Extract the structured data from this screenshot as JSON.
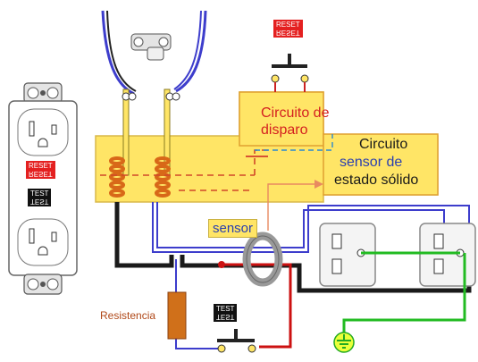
{
  "labels": {
    "trip_circuit_line1": "Circuito de",
    "trip_circuit_line2": "disparo",
    "solid_state_line1": "Circuito",
    "solid_state_line2": "sensor de",
    "solid_state_line3": "estado sólido",
    "sensor_tag": "sensor",
    "resistor": "Resistencia",
    "reset_button": "RESET",
    "test_button": "TEST"
  },
  "colors": {
    "panel_yellow": "#ffe566",
    "panel_border": "#d8b84a",
    "trip_text": "#d42020",
    "sensor_text_blue": "#2a3fb0",
    "wire_black": "#1a1a1a",
    "wire_blue": "#3d3dcc",
    "wire_red": "#cc1111",
    "wire_green": "#22bb22",
    "coil_orange": "#d86818",
    "resistor_orange": "#d0701a",
    "ground_green": "#22aa22"
  },
  "icons": [
    "gfci-outlet-icon",
    "ground-symbol-icon",
    "pushbutton-icon",
    "toroid-sensor-icon",
    "coil-icon"
  ]
}
